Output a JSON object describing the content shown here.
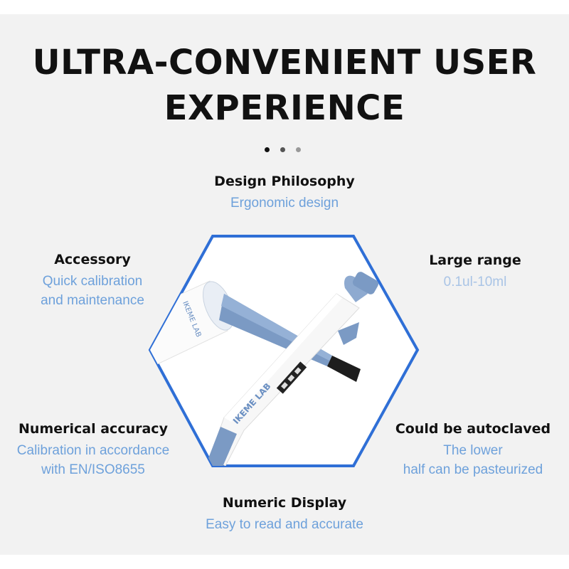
{
  "headline": {
    "line1": "ULTRA-CONVENIENT USER",
    "line2": "EXPERIENCE"
  },
  "pagination": {
    "total": 3,
    "active": 0
  },
  "features": {
    "design": {
      "title": "Design Philosophy",
      "desc": "Ergonomic design"
    },
    "accessory": {
      "title": "Accessory",
      "desc_line1": "Quick calibration",
      "desc_line2": "and maintenance"
    },
    "range": {
      "title": "Large range",
      "desc": "0.1ul-10ml"
    },
    "numerical_accuracy": {
      "title": "Numerical accuracy",
      "desc_line1": "Calibration in accordance",
      "desc_line2": "with EN/ISO8655"
    },
    "autoclave": {
      "title": "Could be autoclaved",
      "desc_line1": "The lower",
      "desc_line2": "half can be pasteurized"
    },
    "display": {
      "title": "Numeric Display",
      "desc": "Easy to read and accurate"
    }
  },
  "product": {
    "brand": "IKEME LAB",
    "illustration": "pipette-illustration"
  },
  "colors": {
    "accent_blue": "#2f6fd6",
    "text_blue": "#6ea1db",
    "pipette_blue": "#7b9ac4",
    "panel_bg": "#f2f2f2"
  }
}
